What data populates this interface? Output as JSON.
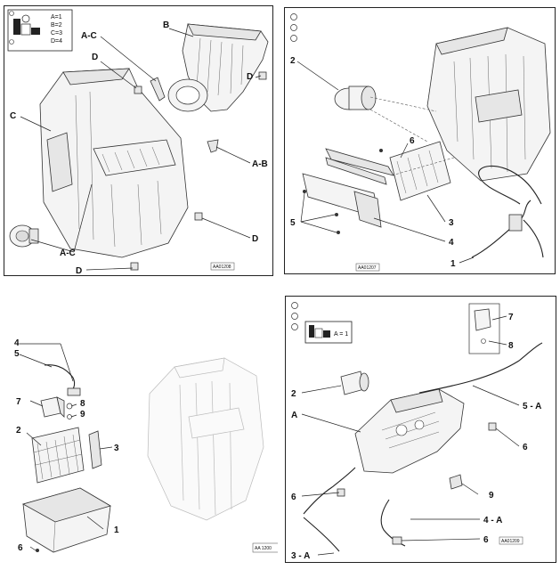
{
  "panel_a": {
    "legend": [
      "A=1",
      "B=2",
      "C=3",
      "D=4"
    ],
    "labels": {
      "b": "B",
      "ac_top": "A-C",
      "d1": "D",
      "c": "C",
      "d2": "D",
      "ab": "A-B",
      "d3": "D",
      "ac_bottom": "A-C",
      "d4": "D"
    },
    "ref": "AA01208"
  },
  "panel_b": {
    "labels": {
      "l2": "2",
      "l6": "6",
      "l5": "5",
      "l3": "3",
      "l4": "4",
      "l1": "1"
    },
    "ref": "AA01207"
  },
  "panel_c": {
    "labels": {
      "l4": "4",
      "l5": "5",
      "l7": "7",
      "l8": "8",
      "l9": "9",
      "l2": "2",
      "l3": "3",
      "l1": "1",
      "l6": "6"
    },
    "ref": "AA 1200"
  },
  "panel_d": {
    "legend": "A = 1",
    "labels": {
      "l7": "7",
      "l8": "8",
      "l2": "2",
      "a": "A",
      "l5a": "5 - A",
      "l6a": "6",
      "l6b": "6",
      "l9": "9",
      "l4a": "4 - A",
      "l6c": "6",
      "l3a": "3 - A"
    },
    "ref": "AA01209"
  }
}
